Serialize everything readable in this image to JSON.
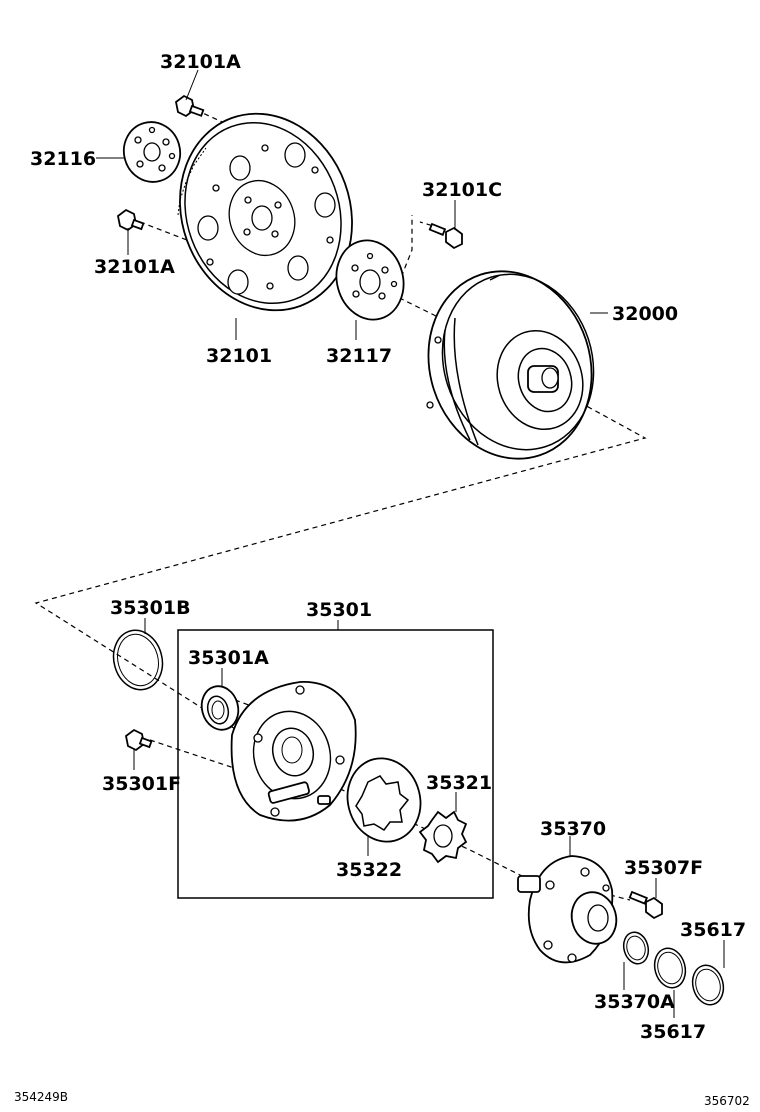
{
  "labels": {
    "p32101A_top": "32101A",
    "p32116": "32116",
    "p32101A_left": "32101A",
    "p32101": "32101",
    "p32117": "32117",
    "p32101C": "32101C",
    "p32000": "32000",
    "p35301B": "35301B",
    "p35301": "35301",
    "p35301A": "35301A",
    "p35301F": "35301F",
    "p35321": "35321",
    "p35322": "35322",
    "p35370": "35370",
    "p35307F": "35307F",
    "p35617_upper": "35617",
    "p35370A": "35370A",
    "p35617_lower": "35617"
  },
  "footer": {
    "left_code": "354249B",
    "right_code": "356702"
  }
}
